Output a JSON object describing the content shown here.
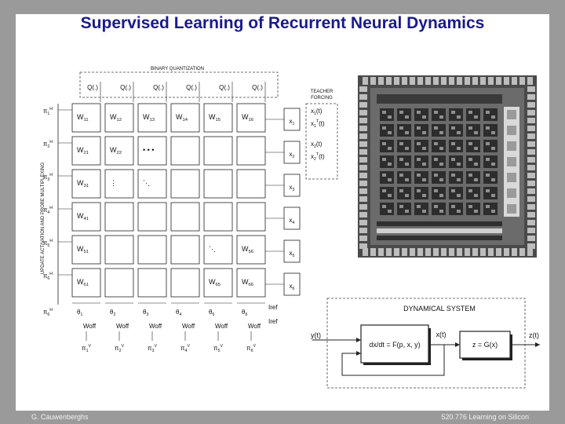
{
  "slide": {
    "title": "Supervised Learning of Recurrent Neural Dynamics",
    "footer_left": "G. Cauwenberghs",
    "footer_right": "520.776 Learning on Silicon"
  },
  "array_diagram": {
    "binary_quantization_label": "BINARY QUANTIZATION",
    "quantizer_labels": [
      "Q(.)",
      "Q(.)",
      "Q(.)",
      "Q(.)",
      "Q(.)",
      "Q(.)"
    ],
    "teacher_forcing_label": [
      "TEACHER",
      "FORCING"
    ],
    "side_label": "UPDATE ACTIVATION AND PROBE MULTIPLEXING",
    "row_inputs": [
      "π1H",
      "π2H",
      "π3H",
      "π4H",
      "π5H",
      "π6H",
      "π6H"
    ],
    "cells": [
      {
        "row": 0,
        "col": 0,
        "text": "W11"
      },
      {
        "row": 0,
        "col": 1,
        "text": "W12"
      },
      {
        "row": 0,
        "col": 2,
        "text": "W13"
      },
      {
        "row": 0,
        "col": 3,
        "text": "W14"
      },
      {
        "row": 0,
        "col": 4,
        "text": "W15"
      },
      {
        "row": 0,
        "col": 5,
        "text": "W16"
      },
      {
        "row": 1,
        "col": 0,
        "text": "W21"
      },
      {
        "row": 1,
        "col": 1,
        "text": "W22"
      },
      {
        "row": 1,
        "col": 2,
        "text": "• • •"
      },
      {
        "row": 2,
        "col": 0,
        "text": "W31"
      },
      {
        "row": 2,
        "col": 1,
        "text": "⋮"
      },
      {
        "row": 2,
        "col": 2,
        "text": "⋱"
      },
      {
        "row": 3,
        "col": 0,
        "text": "W41"
      },
      {
        "row": 4,
        "col": 0,
        "text": "W51"
      },
      {
        "row": 4,
        "col": 4,
        "text": "⋱"
      },
      {
        "row": 4,
        "col": 5,
        "text": "W56"
      },
      {
        "row": 5,
        "col": 0,
        "text": "W61"
      },
      {
        "row": 5,
        "col": 4,
        "text": "W65"
      },
      {
        "row": 5,
        "col": 5,
        "text": "W66"
      }
    ],
    "neuron_labels": [
      "x1",
      "x2",
      "x3",
      "x4",
      "x5",
      "x6"
    ],
    "teacher_signals": [
      "x1(t)",
      "x1T(t)",
      "x2(t)",
      "x2T(t)"
    ],
    "bottom_thetas": [
      "θ1",
      "θ2",
      "θ3",
      "θ4",
      "θ5",
      "θ6"
    ],
    "bottom_woff": [
      "Woff",
      "Woff",
      "Woff",
      "Woff",
      "Woff",
      "Woff"
    ],
    "iref_labels": [
      "Iref",
      "Iref"
    ],
    "column_outputs": [
      "π1V",
      "π2V",
      "π3V",
      "π4V",
      "π5V",
      "π6V"
    ]
  },
  "dynamical_system": {
    "title": "DYNAMICAL SYSTEM",
    "input": "y(t)",
    "equation": "dx/dt = F(p, x, y)",
    "state": "x(t)",
    "output_map": "z = G(x)",
    "output": "z(t)"
  },
  "chip_photo": {
    "kind": "die-photograph"
  }
}
